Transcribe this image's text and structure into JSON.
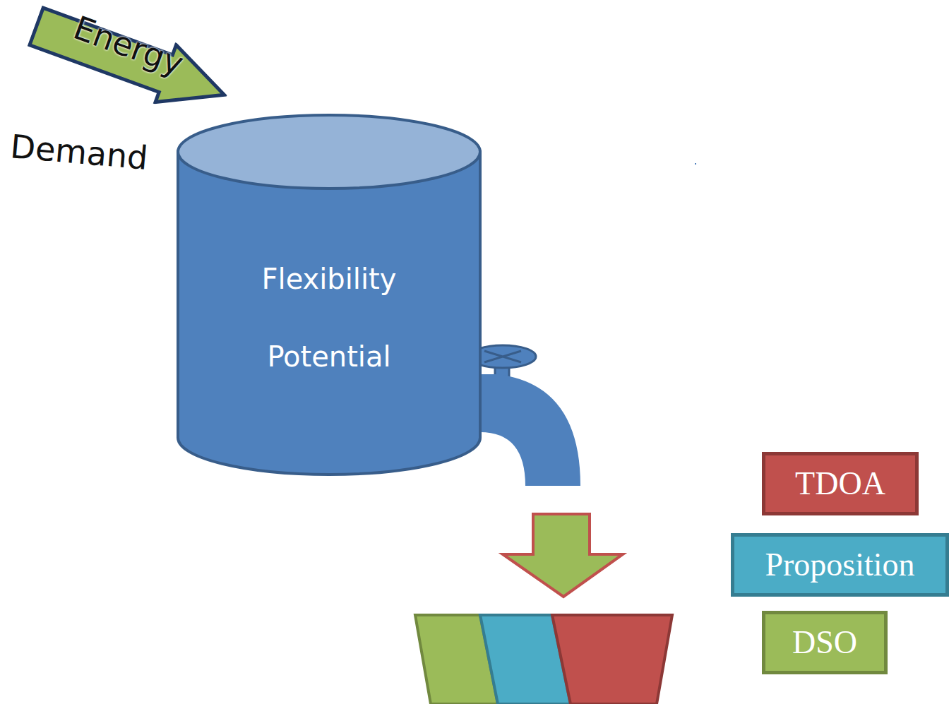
{
  "diagram": {
    "nodes": [
      {
        "text": [
          "Energy"
        ]
      },
      {
        "text": [
          "Flexibility Potential"
        ]
      }
    ],
    "labels": [
      "Demand"
    ],
    "legend": [
      {
        "text": "TDOA",
        "color": "#c0504d"
      },
      {
        "text": "Proposition",
        "color": "#4bacc6"
      },
      {
        "text": "DSO",
        "color": "#9bbb59"
      }
    ]
  }
}
